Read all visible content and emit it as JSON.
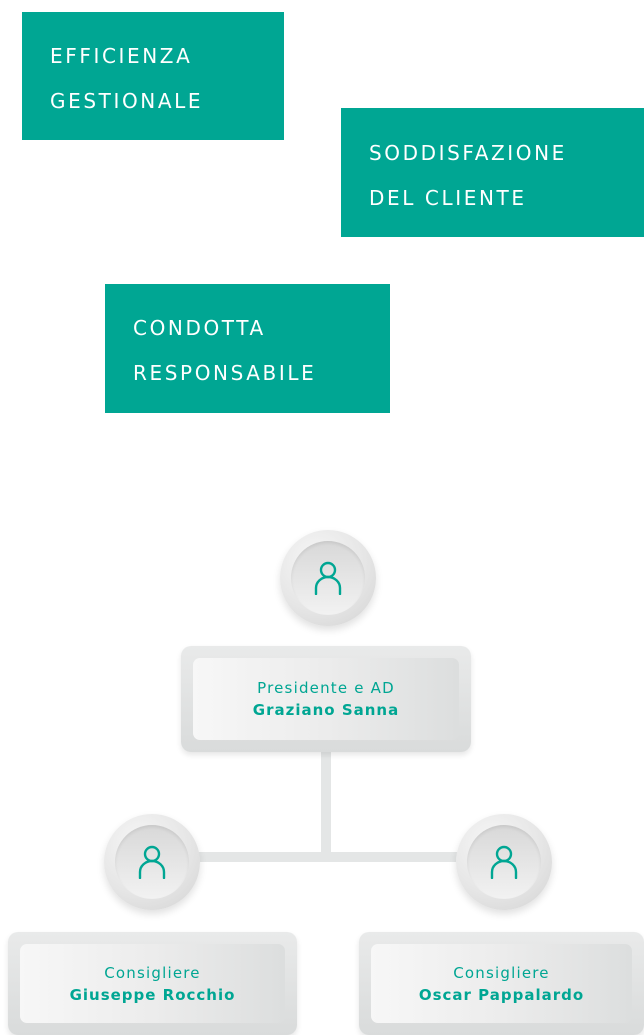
{
  "values": [
    {
      "lines": [
        "EFFICIENZA",
        "GESTIONALE"
      ]
    },
    {
      "lines": [
        "SODDISFAZIONE",
        "DEL CLIENTE"
      ]
    },
    {
      "lines": [
        "CONDOTTA",
        "RESPONSABILE"
      ]
    }
  ],
  "org_chart": {
    "president": {
      "role": "Presidente e AD",
      "name": "Graziano Sanna"
    },
    "members": [
      {
        "role": "Consigliere",
        "name": "Giuseppe Rocchio"
      },
      {
        "role": "Consigliere",
        "name": "Oscar Pappalardo"
      }
    ]
  },
  "colors": {
    "accent": "#00a693",
    "card": "#e6e6e6",
    "connector": "#e4e6e6"
  },
  "icons": {
    "avatar": "person-icon"
  }
}
